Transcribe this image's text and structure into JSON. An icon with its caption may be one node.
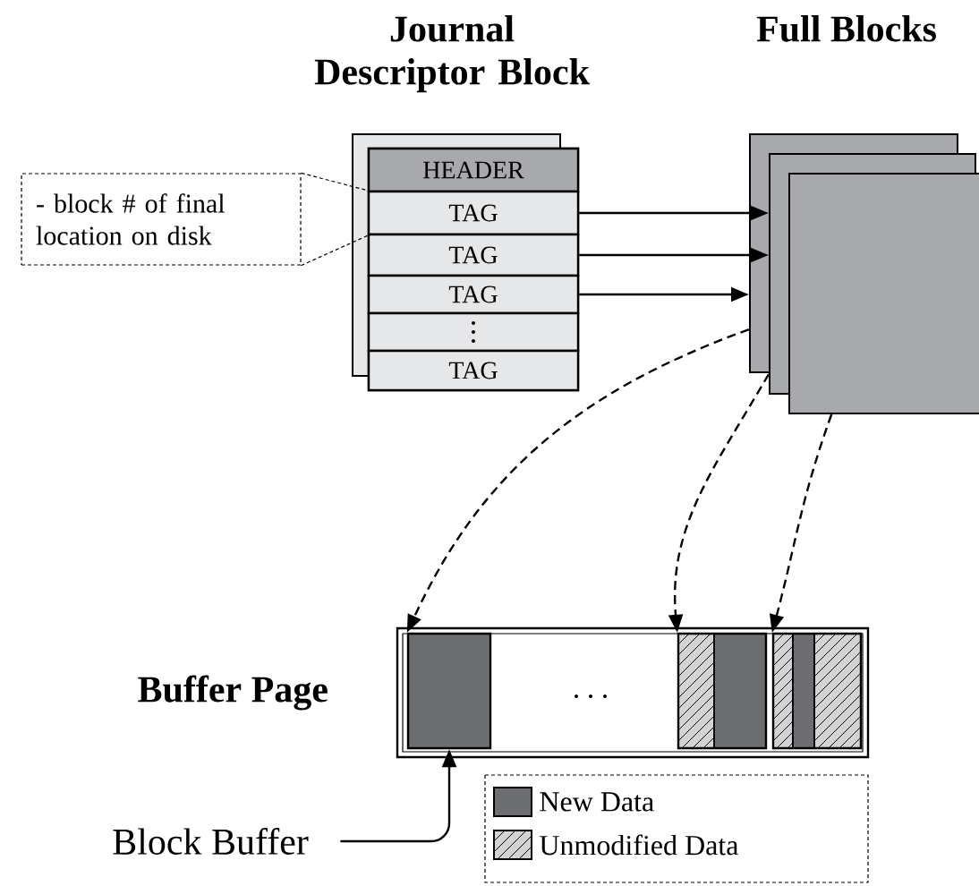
{
  "diagram": {
    "nodes": [
      {
        "text": [
          "Journal Descriptor Block"
        ]
      },
      {
        "text": [
          "HEADER"
        ],
        "in": 0
      },
      {
        "text": [
          "TAG"
        ],
        "in": 0
      },
      {
        "text": [
          "TAG"
        ],
        "in": 0
      },
      {
        "text": [
          "TAG"
        ],
        "in": 0
      },
      {
        "text": [],
        "shape": "box",
        "in": 0
      },
      {
        "text": [
          "TAG"
        ],
        "in": 0
      },
      {
        "text": [],
        "shape": "box"
      },
      {
        "text": [],
        "shape": "box"
      },
      {
        "text": [],
        "shape": "box"
      },
      {
        "text": [],
        "shape": "box",
        "beside": [
          "Buffer Page"
        ]
      },
      {
        "text": [],
        "shape": "box",
        "in": 10
      },
      {
        "text": [],
        "shape": "box",
        "in": 10
      },
      {
        "text": [],
        "shape": "box",
        "in": 10
      },
      {
        "text": [
          "Block Buffer"
        ]
      },
      {
        "text": [
          "- block # of final location on disk"
        ]
      }
    ],
    "edges": [
      {
        "from": 2,
        "to": 8,
        "arrow": "to"
      },
      {
        "from": 3,
        "to": 8,
        "arrow": "to"
      },
      {
        "from": 4,
        "to": 7,
        "arrow": "to"
      },
      {
        "from": 7,
        "to": 11,
        "arrow": "to",
        "style": "dashed"
      },
      {
        "from": 8,
        "to": 12,
        "arrow": "to",
        "style": "dashed"
      },
      {
        "from": 9,
        "to": 13,
        "arrow": "to",
        "style": "dashed"
      },
      {
        "from": 14,
        "to": 11,
        "arrow": "to"
      },
      {
        "from": 15,
        "to": 2,
        "arrow": "none",
        "style": "dashed"
      }
    ],
    "labels": [
      "Full Blocks"
    ],
    "legend": [
      {
        "text": "New Data",
        "color": "#6d6e71"
      },
      {
        "text": "Unmodified Data"
      }
    ]
  }
}
